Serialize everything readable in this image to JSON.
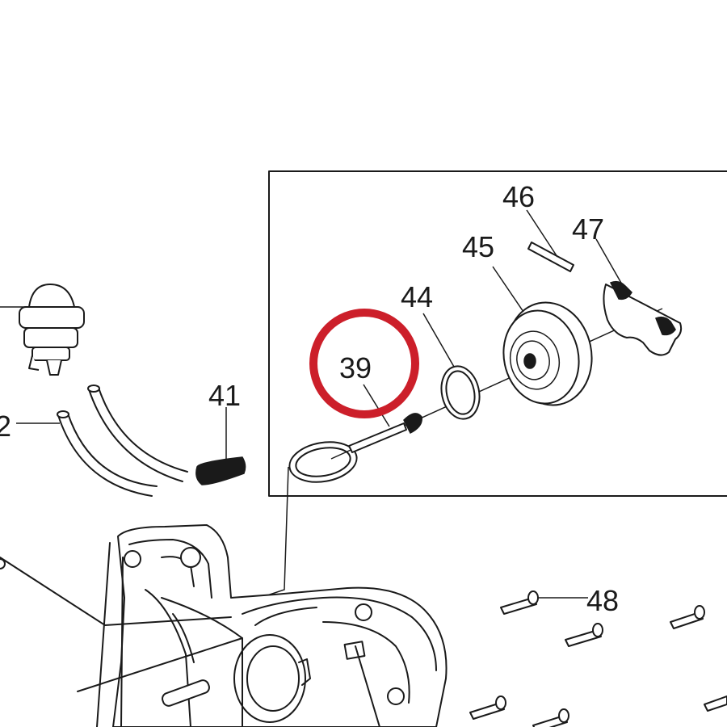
{
  "diagram": {
    "labels": {
      "l39": "39",
      "l41": "41",
      "l42": "2",
      "l44": "44",
      "l45": "45",
      "l46": "46",
      "l47": "47",
      "l48": "48"
    },
    "colors": {
      "line": "#1a1a1a",
      "highlight": "#cc1f2a",
      "background": "#ffffff"
    }
  }
}
